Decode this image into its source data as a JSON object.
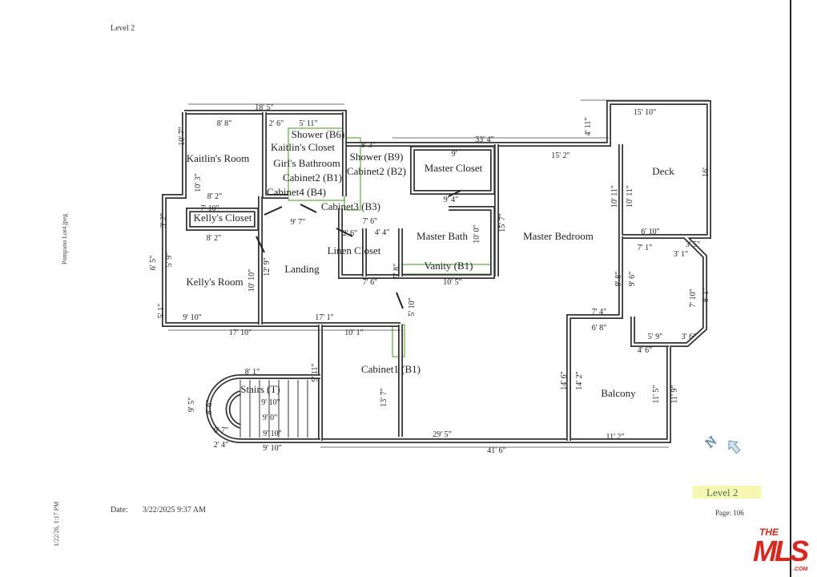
{
  "header": {
    "level_label": "Level 2",
    "filename": "Pompano Lot4.jpeg"
  },
  "footer": {
    "date_label": "Date:",
    "date_value": "3/22/2025 9:37 AM",
    "print_stamp": "1/22/26, 1:17 PM",
    "level_badge": "Level 2",
    "page_label": "Page: 106",
    "compass_letter": "N"
  },
  "logo": {
    "text_top": "THE",
    "text_main": "MLS",
    "text_suffix": ".COM",
    "color": "#e2231a"
  },
  "colors": {
    "wall": "#333333",
    "fixture_highlight": "#7fbf5f",
    "level_highlight": "#f3f7a0"
  },
  "rooms": [
    "Kaitlin's Room",
    "Kaitlin's Closet",
    "Girl's Bathroom",
    "Shower (B6)",
    "Shower (B9)",
    "Cabinet2 (B1)",
    "Master Closet",
    "Cabinet4 (B4)",
    "Cabinet2 (B2)",
    "Cabinet3 (B3)",
    "Kelly's Closet",
    "Master Bath",
    "Linen Closet",
    "Vanity (B1)",
    "Landing",
    "Kelly's Room",
    "Master Bedroom",
    "Deck",
    "Balcony",
    "Cabinet1 (B1)",
    "Stairs (T)"
  ],
  "dimensions": [
    "18' 5\"",
    "8' 8\"",
    "2' 6\"",
    "5' 11\"",
    "10' 7\"",
    "10' 3\"",
    "33' 4\"",
    "8' 3\"",
    "9'",
    "15' 2\"",
    "15' 10\"",
    "4' 11\"",
    "16'",
    "10' 11\"",
    "10' 11\"",
    "8' 2\"",
    "7' 10\"",
    "9' 4\"",
    "9' 7\"",
    "4' 4\"",
    "2' 6\"",
    "8' 2\"",
    "15' 7\"",
    "10' 0\"",
    "6' 10\"",
    "7' 1\"",
    "3' 5\"",
    "3' 1\"",
    "6' 5\"",
    "5' 9\"",
    "12' 9\"",
    "10' 10\"",
    "7' 6\"",
    "10' 5\"",
    "9' 8\"",
    "9' 6\"",
    "7' 10\"",
    "8' 1\"",
    "5' 10\"",
    "5' 1\"",
    "9' 10\"",
    "17' 1\"",
    "17' 10\"",
    "10' 1\"",
    "7' 4\"",
    "6' 8\"",
    "5' 9\"",
    "4' 6\"",
    "3' 6\"",
    "9' 11\"",
    "13' 7\"",
    "8' 1\"",
    "9' 5\"",
    "8' 6\"",
    "9' 10\"",
    "9' 0\"",
    "9' 10\"",
    "6' 7\"",
    "2' 4\"",
    "9' 10\"",
    "29' 5\"",
    "41' 6\"",
    "11' 2\"",
    "14' 6\"",
    "14' 2\"",
    "11' 5\"",
    "11' 9\"",
    "3' 2\"",
    "7' 6\"",
    "5' 8\""
  ]
}
